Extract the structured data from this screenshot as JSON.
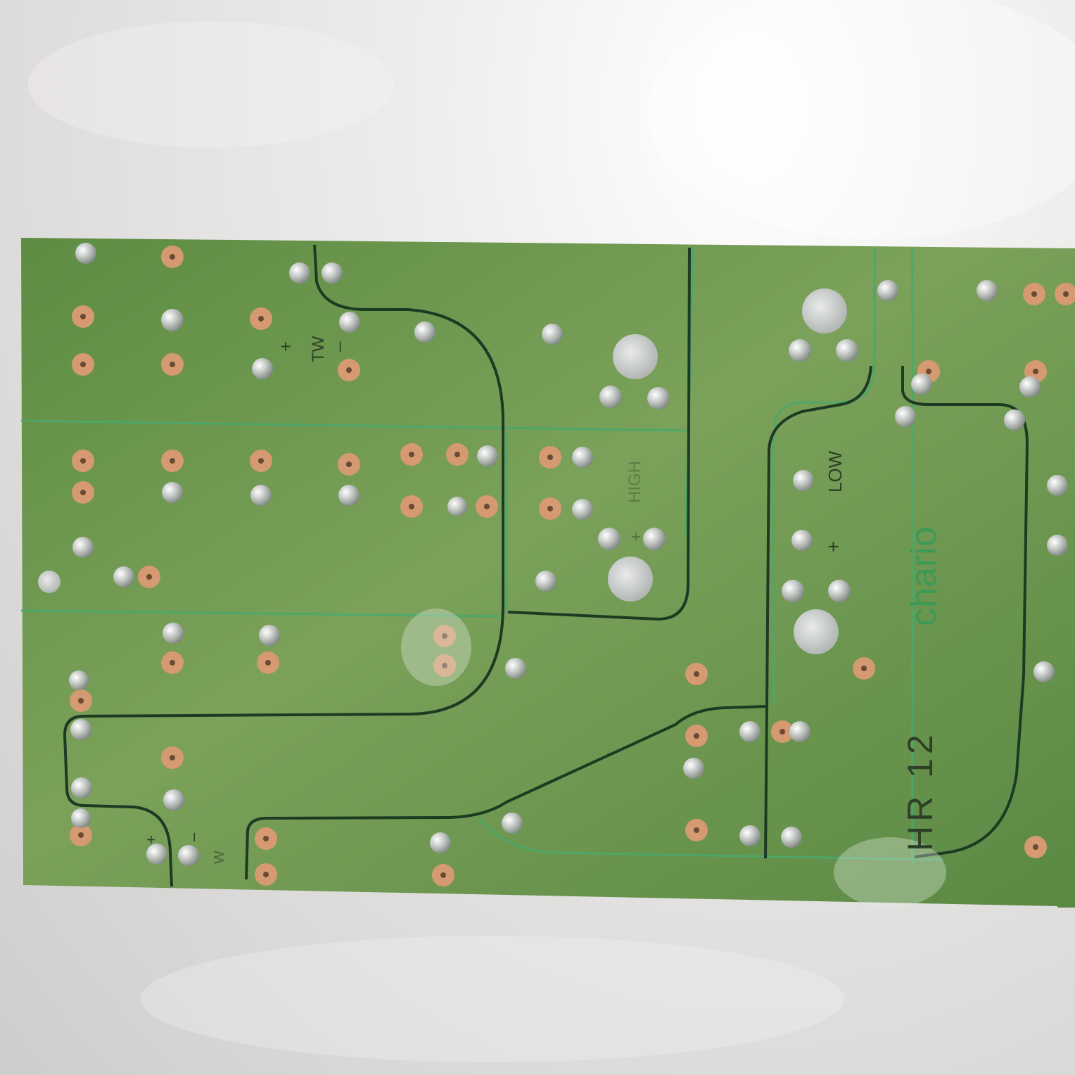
{
  "image": {
    "subject": "pcb-underside"
  },
  "silkscreen": {
    "tw": "TW",
    "tw_plus": "+",
    "tw_minus": "–",
    "high": "HIGH",
    "high_plus": "+",
    "low": "LOW",
    "low_plus": "+",
    "brand": "chario",
    "model": "HR 12",
    "w_plus": "+",
    "w_minus": "–",
    "w_label": "W"
  },
  "colors": {
    "background": "#dedcdb",
    "board": "#5f8e45",
    "board_light": "#7ea25a",
    "trace": "#1d3a22",
    "trace_highlight": "#4aa86a",
    "copper_pad": "#d59a72",
    "solder": "#c9ccc8",
    "brand_text": "#3c9a55"
  }
}
